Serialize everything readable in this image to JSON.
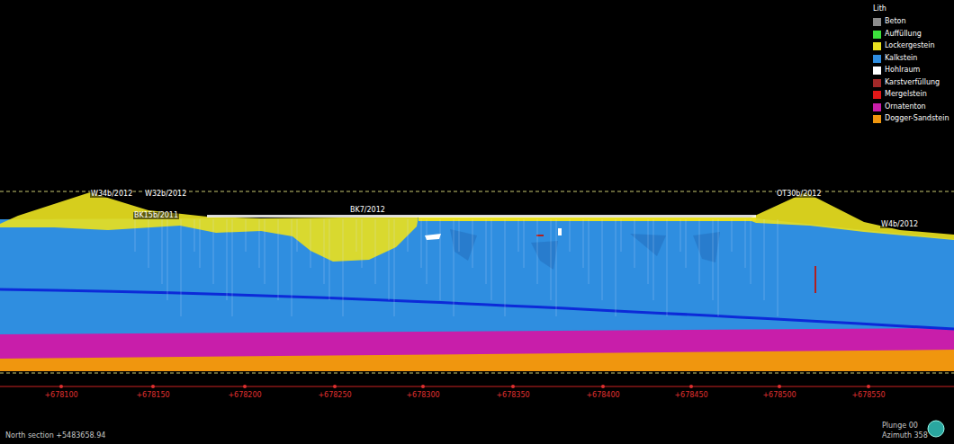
{
  "diagram": {
    "labels": [
      "Lith",
      "W34b/2012",
      "W32b/2012",
      "BK15b/2011",
      "BK7/2012",
      "OT30b/2012",
      "W4b/2012",
      "+678100",
      "+678150",
      "+678200",
      "+678250",
      "+678300",
      "+678350",
      "+678400",
      "+678450",
      "+678500",
      "+678550",
      "North section +5483658.94",
      "Plunge 00",
      "Azimuth 358"
    ],
    "legend": [
      {
        "text": "Beton",
        "color": "#8c8c8c"
      },
      {
        "text": "Auffüllung",
        "color": "#3ce03c"
      },
      {
        "text": "Lockergestein",
        "color": "#e8e020"
      },
      {
        "text": "Kalkstein",
        "color": "#2f8ee0"
      },
      {
        "text": "Hohlraum",
        "color": "#ffffff"
      },
      {
        "text": "Karstverfüllung",
        "color": "#a02828"
      },
      {
        "text": "Mergelstein",
        "color": "#e01818"
      },
      {
        "text": "Ornatenton",
        "color": "#c81eaa"
      },
      {
        "text": "Dogger-Sandstein",
        "color": "#f0960e"
      }
    ]
  }
}
